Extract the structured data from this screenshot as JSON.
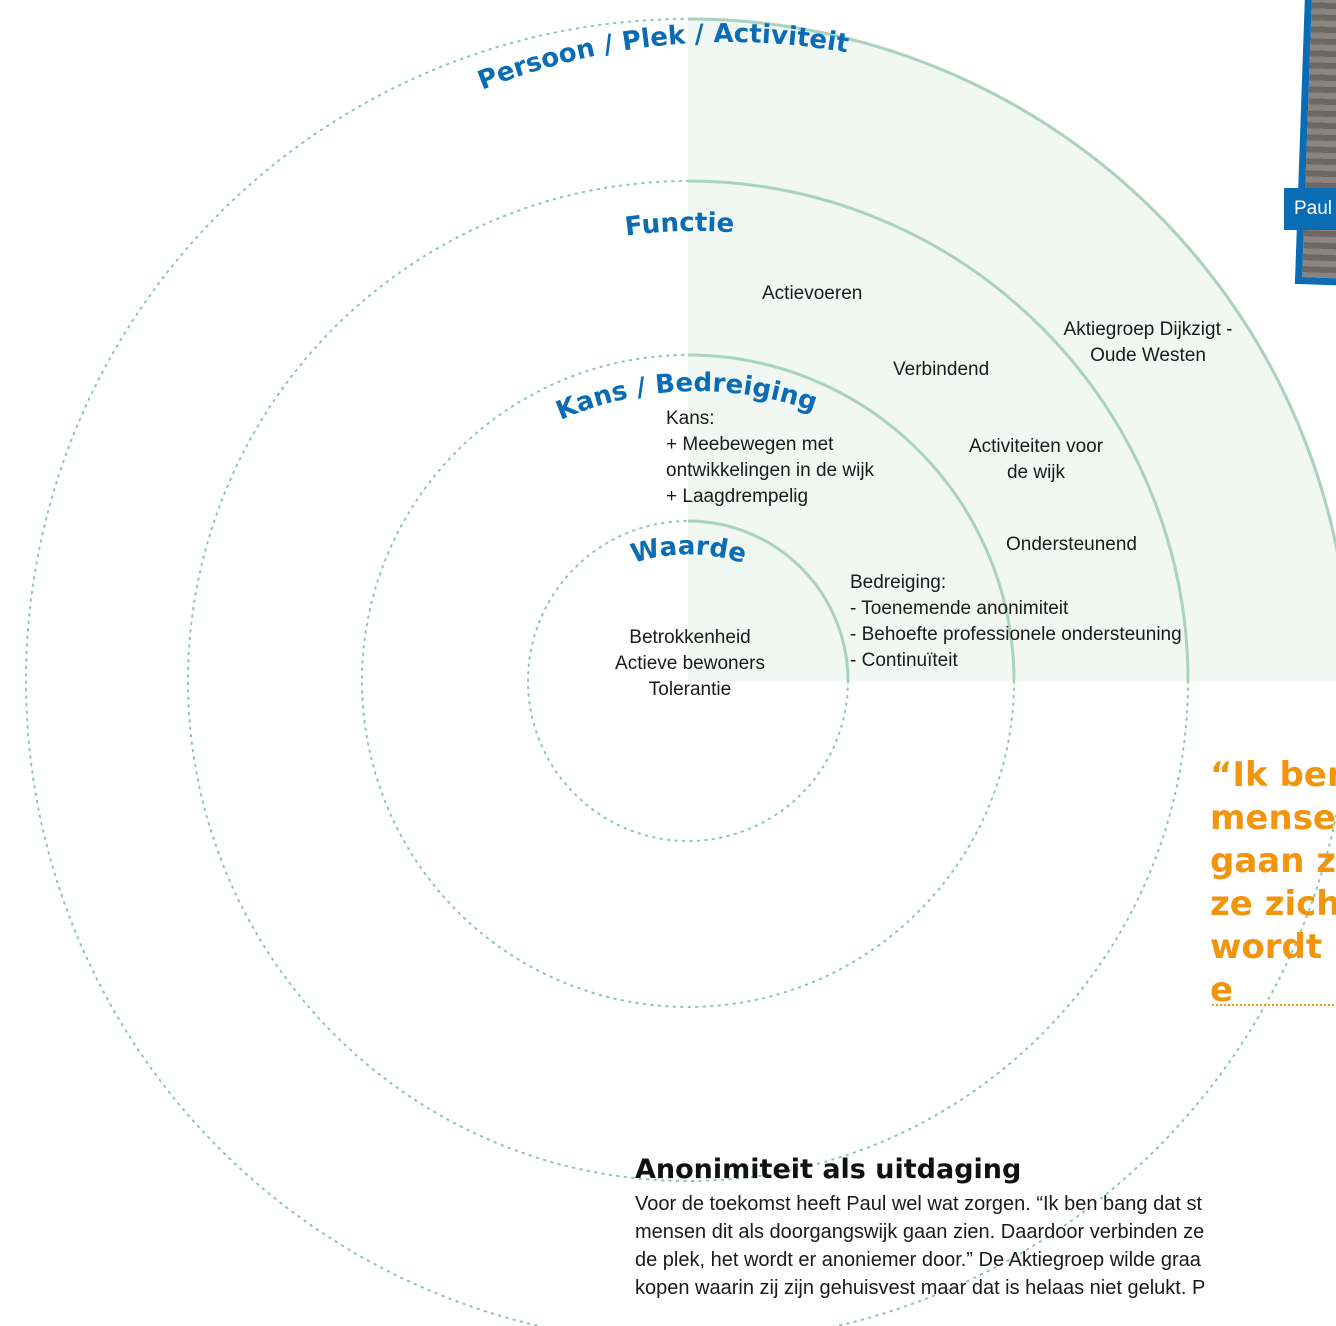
{
  "diagram": {
    "ring_labels": {
      "persoon": "Persoon / Plek / Activiteit",
      "functie": "Functie",
      "kans": "Kans / Bedreiging",
      "waarde": "Waarde"
    },
    "persoon_items": [
      "Aktiegroep Dijkzigt -",
      "Oude Westen"
    ],
    "functie_items": {
      "actievoeren": "Actievoeren",
      "verbindend": "Verbindend",
      "activiteiten": [
        "Activiteiten voor",
        "de wijk"
      ],
      "ondersteunend": "Ondersteunend"
    },
    "kans_text": [
      "Kans:",
      "+ Meebewegen met",
      "ontwikkelingen in de wijk",
      "+ Laagdrempelig"
    ],
    "bedreiging_text": [
      "Bedreiging:",
      "- Toenemende anonimiteit",
      "- Behoefte professionele ondersteuning",
      "- Continuïteit"
    ],
    "waarde_items": [
      "Betrokkenheid",
      "Actieve bewoners",
      "Tolerantie"
    ],
    "colors": {
      "ring_solid": "#a9d2bf",
      "ring_dotted": "#8fc4b0",
      "quadrant_fill": "#f1f7f3",
      "label_blue": "#0a6cb5"
    }
  },
  "photo": {
    "caption": "Paul"
  },
  "quote": {
    "lines": [
      "“Ik ben",
      "menser",
      "gaan zi",
      "ze zich",
      "wordt e"
    ],
    "color": "#f0950d"
  },
  "section": {
    "title": "Anonimiteit als uitdaging",
    "body_lines": [
      "Voor de toekomst heeft Paul wel wat zorgen. “Ik ben bang dat st",
      "mensen dit als doorgangswijk gaan zien. Daardoor verbinden ze",
      "de plek, het wordt er anoniemer door.” De Aktiegroep wilde graa",
      "kopen waarin zij zijn gehuisvest maar dat is helaas niet gelukt. P"
    ]
  }
}
